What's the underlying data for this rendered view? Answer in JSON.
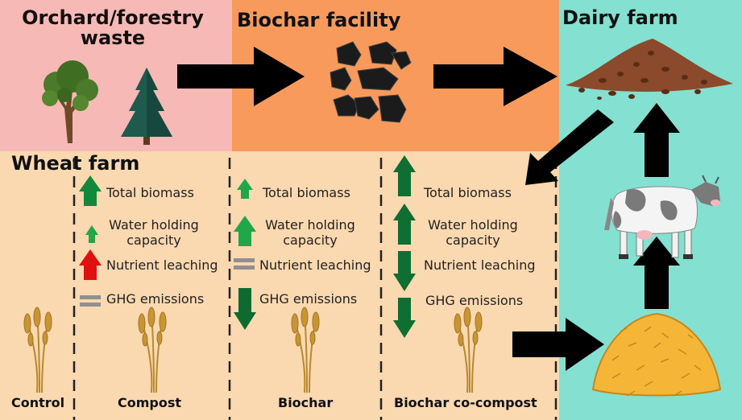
{
  "panels": {
    "orchard": {
      "title": "Orchard/forestry waste",
      "color": "#f6b9b6"
    },
    "biochar_facility": {
      "title": "Biochar facility",
      "color": "#f89a5b"
    },
    "dairy": {
      "title": "Dairy farm",
      "color": "#84e0d0"
    },
    "wheat": {
      "title": "Wheat farm",
      "color": "#fad8b0"
    }
  },
  "treatments": [
    "Control",
    "Compost",
    "Biochar",
    "Biochar co-compost"
  ],
  "indicators": {
    "compost": {
      "total_biomass": "Total biomass",
      "water_holding": "Water holding capacity",
      "nutrient": "Nutrient leaching",
      "ghg": "GHG emissions"
    },
    "biochar": {
      "total_biomass": "Total biomass",
      "water_holding": "Water holding capacity",
      "nutrient": "Nutrient leaching",
      "ghg": "GHG emissions"
    },
    "cocompost": {
      "total_biomass": "Total biomass",
      "water_holding": "Water holding capacity",
      "nutrient": "Nutrient leaching",
      "ghg": "GHG emissions"
    }
  },
  "colors": {
    "increase": "#0f8a3a",
    "decrease": "#0d6b2f",
    "leaching_increase": "#e01010",
    "no_change": "#909090",
    "flow_arrow": "#000000"
  }
}
